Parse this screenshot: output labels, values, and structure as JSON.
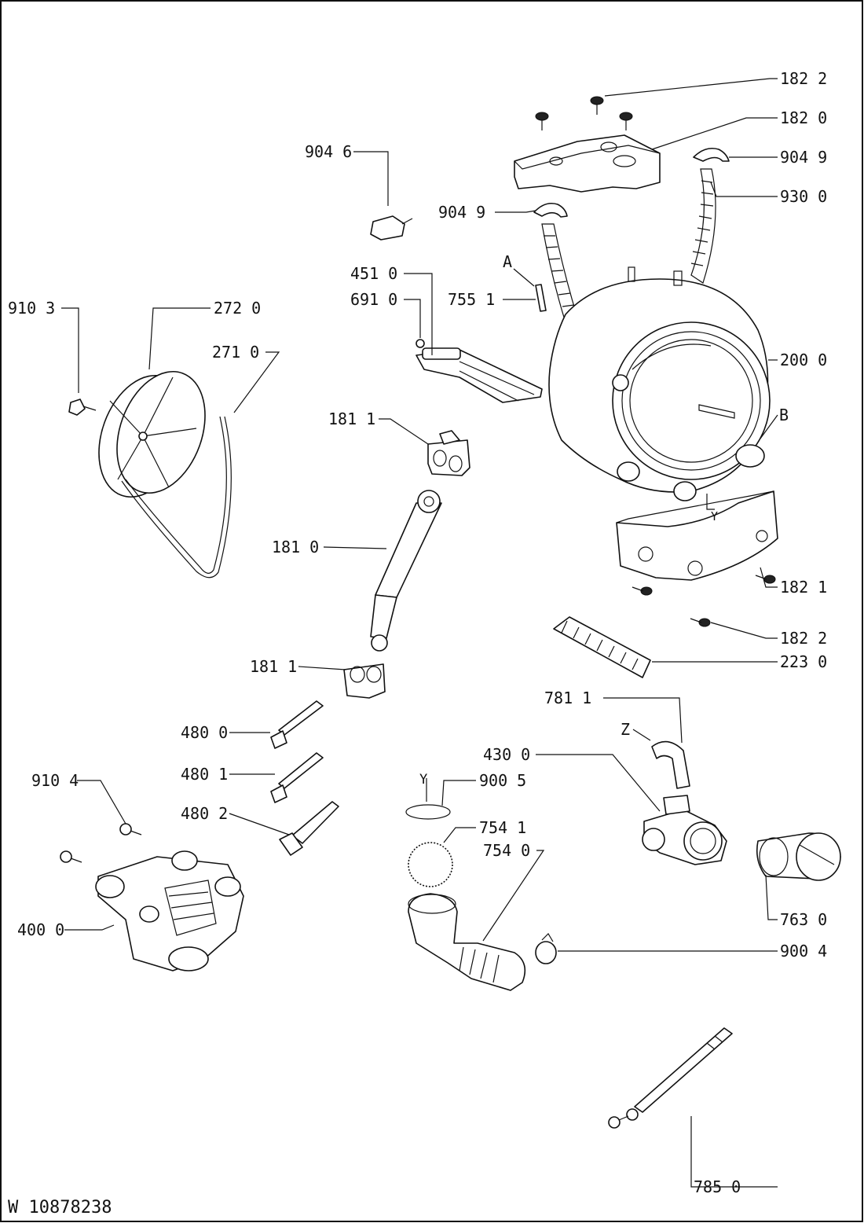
{
  "document": {
    "code": "W 10878238"
  },
  "labels": [
    {
      "id": "l1822a",
      "text": "182 2"
    },
    {
      "id": "l1820",
      "text": "182 0"
    },
    {
      "id": "l9049a",
      "text": "904 9"
    },
    {
      "id": "l9300",
      "text": "930 0"
    },
    {
      "id": "l9049b",
      "text": "904 9"
    },
    {
      "id": "l9046",
      "text": "904 6"
    },
    {
      "id": "l4510",
      "text": "451 0"
    },
    {
      "id": "l6910",
      "text": "691 0"
    },
    {
      "id": "lA",
      "text": "A"
    },
    {
      "id": "l7551",
      "text": "755 1"
    },
    {
      "id": "l9103",
      "text": "910 3"
    },
    {
      "id": "l2720",
      "text": "272 0"
    },
    {
      "id": "l2710",
      "text": "271 0"
    },
    {
      "id": "l2000",
      "text": "200 0"
    },
    {
      "id": "lB",
      "text": "B"
    },
    {
      "id": "l1811a",
      "text": "181 1"
    },
    {
      "id": "lY1",
      "text": "Y"
    },
    {
      "id": "l1821",
      "text": "182 1"
    },
    {
      "id": "l1810",
      "text": "181 0"
    },
    {
      "id": "l1822b",
      "text": "182 2"
    },
    {
      "id": "l2230",
      "text": "223 0"
    },
    {
      "id": "l1811b",
      "text": "181 1"
    },
    {
      "id": "l7811",
      "text": "781 1"
    },
    {
      "id": "l4800",
      "text": "480 0"
    },
    {
      "id": "lZ",
      "text": "Z"
    },
    {
      "id": "l4300",
      "text": "430 0"
    },
    {
      "id": "l4801",
      "text": "480 1"
    },
    {
      "id": "l9104",
      "text": "910 4"
    },
    {
      "id": "lY2",
      "text": "Y"
    },
    {
      "id": "l9005",
      "text": "900 5"
    },
    {
      "id": "l4802",
      "text": "480 2"
    },
    {
      "id": "l7541",
      "text": "754 1"
    },
    {
      "id": "l7540",
      "text": "754 0"
    },
    {
      "id": "l4000",
      "text": "400 0"
    },
    {
      "id": "l7630",
      "text": "763 0"
    },
    {
      "id": "l9004",
      "text": "900 4"
    },
    {
      "id": "l7850",
      "text": "785 0"
    }
  ]
}
